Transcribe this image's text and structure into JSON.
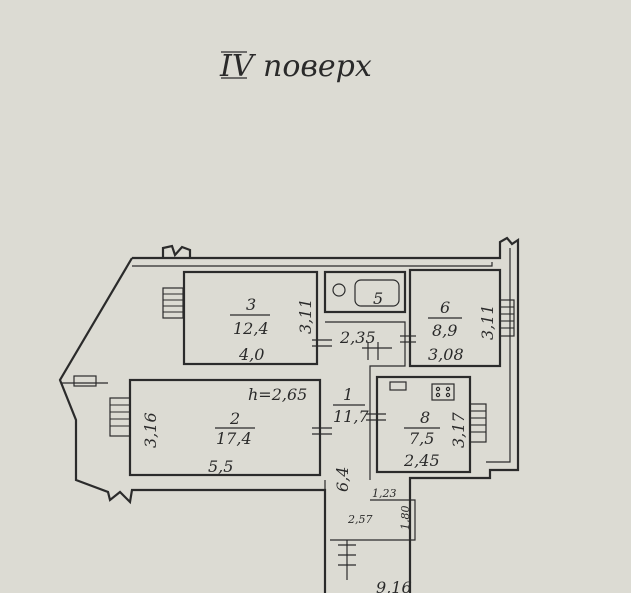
{
  "floor_title": "IV поверх",
  "rooms": [
    {
      "id": "1",
      "area": "11,7"
    },
    {
      "id": "2",
      "area": "17,4"
    },
    {
      "id": "3",
      "area": "12,4"
    },
    {
      "id": "5",
      "area": ""
    },
    {
      "id": "6",
      "area": "8,9"
    },
    {
      "id": "8",
      "area": "7,5"
    }
  ],
  "dimensions": {
    "room3_width": "4,0",
    "room3_depth": "3,11",
    "room2_height_note": "h=2,65",
    "room2_width": "5,5",
    "room2_depth": "3,16",
    "room6_width": "3,08",
    "room6_depth": "3,11",
    "room8_width": "2,45",
    "room8_depth": "3,17",
    "corridor_width": "2,35",
    "corridor_length": "6,4",
    "stair_a": "1,23",
    "stair_b": "2,57",
    "stair_c": "1,80",
    "cutoff_note": "9,16"
  }
}
